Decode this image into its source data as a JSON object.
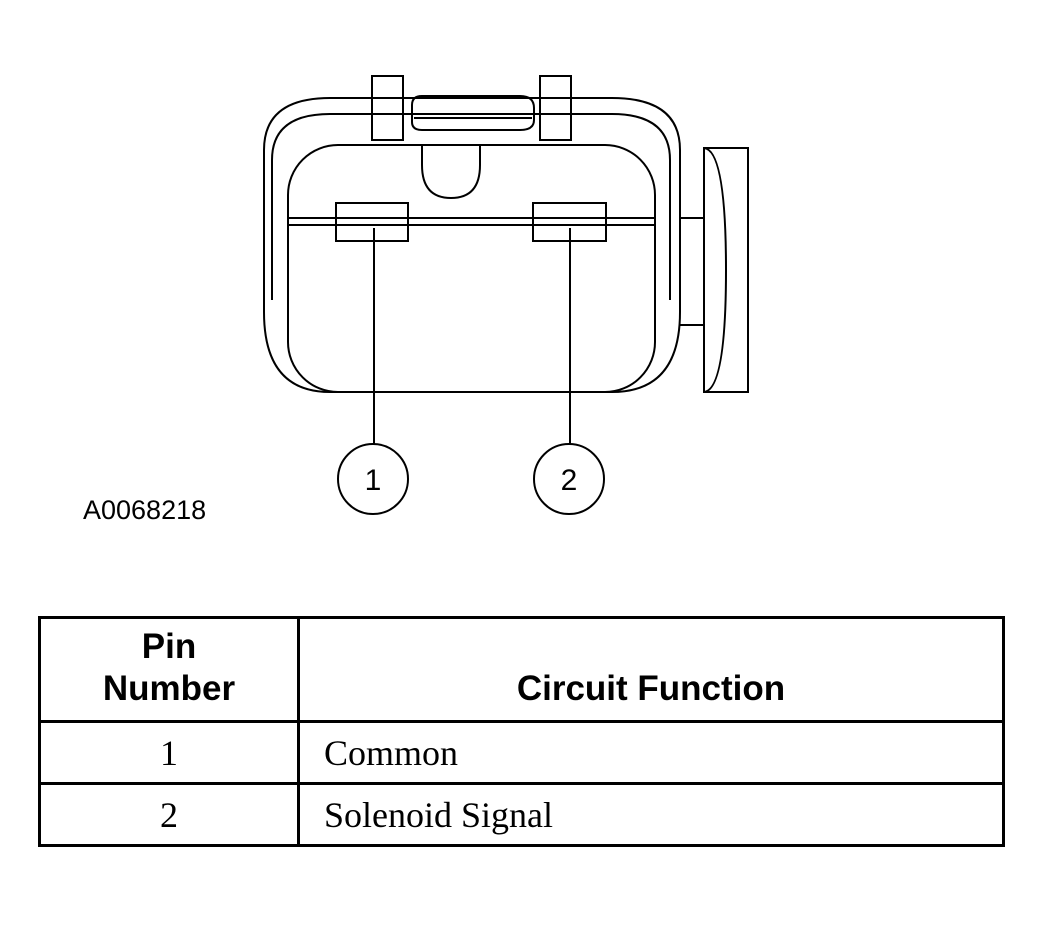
{
  "diagram": {
    "figure_id": "A0068218",
    "callouts": [
      "1",
      "2"
    ]
  },
  "table": {
    "headers": {
      "pin_number_line1": "Pin",
      "pin_number_line2": "Number",
      "circuit_function": "Circuit Function"
    },
    "rows": [
      {
        "pin": "1",
        "function": "Common"
      },
      {
        "pin": "2",
        "function": "Solenoid Signal"
      }
    ]
  }
}
